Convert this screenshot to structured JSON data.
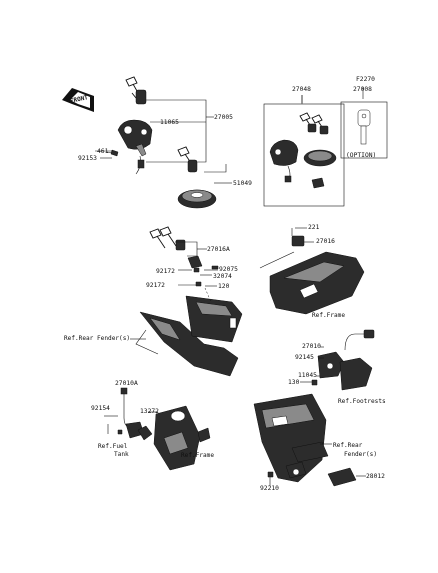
{
  "front_badge": "FRONT",
  "option": {
    "part_no": "F2270",
    "label": "(OPTION)"
  },
  "parts": {
    "p27005": "27005",
    "p11065": "11065",
    "p461": "461",
    "p92153": "92153",
    "p51049": "51049",
    "p27048": "27048",
    "p27008": "27008",
    "p27016A": "27016A",
    "p92075": "92075",
    "p92172a": "92172",
    "p32074": "32074",
    "p92172b": "92172",
    "p120": "120",
    "p221": "221",
    "p27016": "27016",
    "p27010": "27010",
    "p92145": "92145",
    "p11045": "11045",
    "p130": "130",
    "p27010A": "27010A",
    "p92154": "92154",
    "p13272": "13272",
    "p92210": "92210",
    "p28012": "28012"
  },
  "refs": {
    "rear_fender_1": "Ref.Rear Fender(s)",
    "frame_1": "Ref.Frame",
    "footrests": "Ref.Footrests",
    "fuel_tank_1": "Ref.Fuel",
    "fuel_tank_2": "Tank",
    "frame_2": "Ref.Frame",
    "rear_fender_2a": "Ref.Rear",
    "rear_fender_2b": "Fender(s)"
  },
  "colors": {
    "ink": "#111111",
    "part_dark": "#2c2c2c",
    "part_light": "#8a8a8a",
    "background": "#ffffff"
  }
}
